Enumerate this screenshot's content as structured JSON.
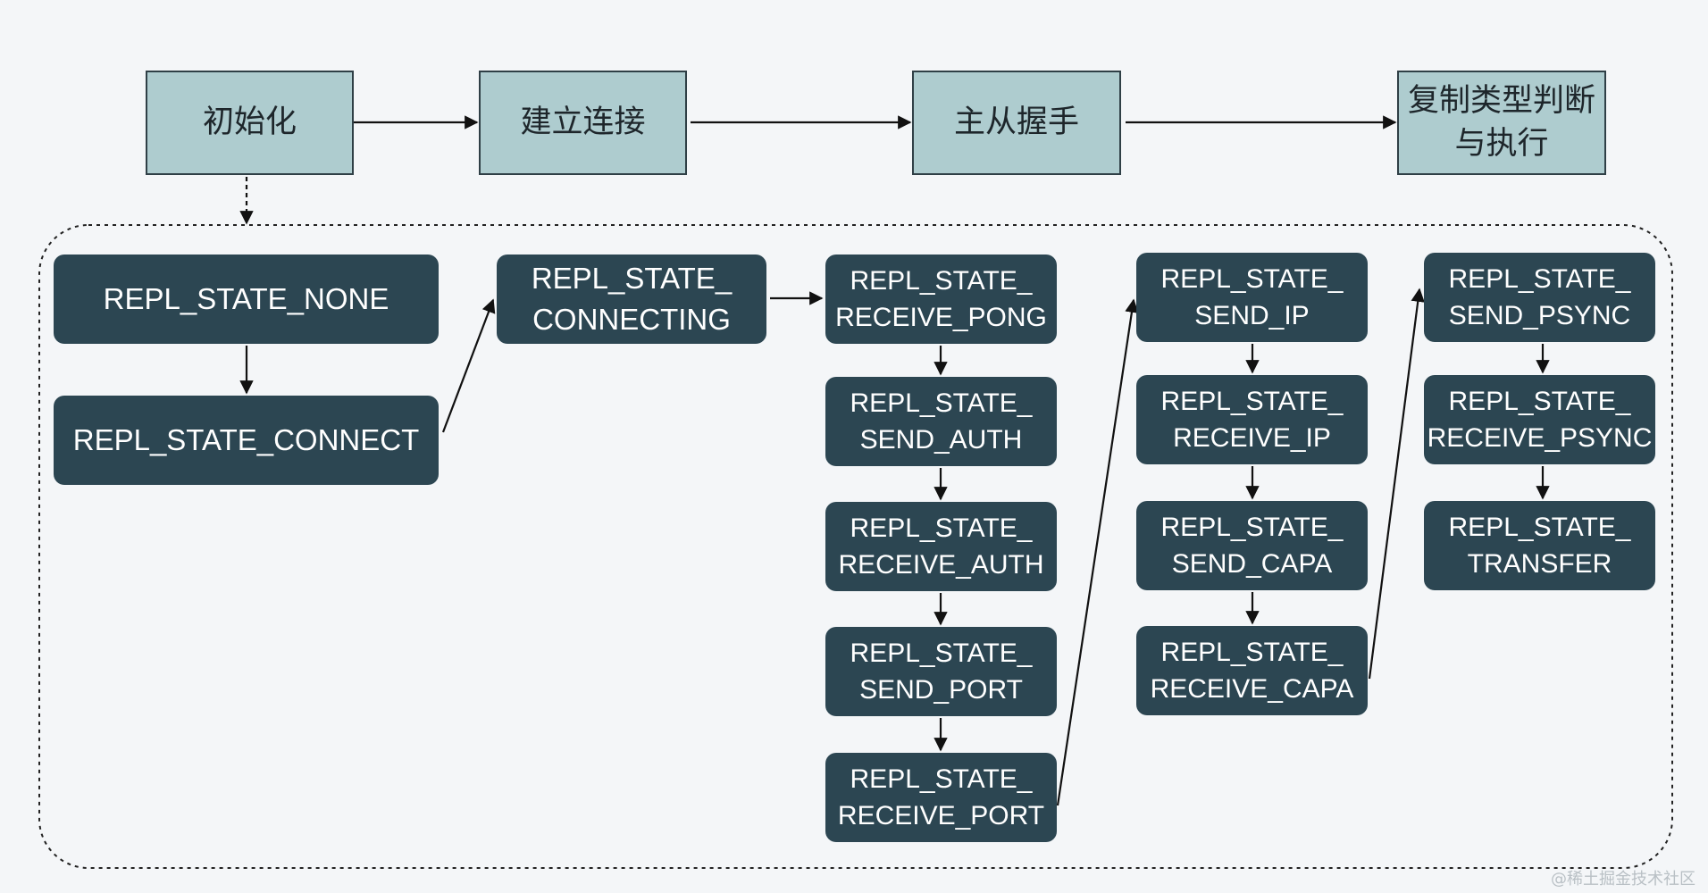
{
  "phases": {
    "init": "初始化",
    "connect": "建立连接",
    "handshake": "主从握手",
    "replicate_line1": "复制类型判断",
    "replicate_line2": "与执行"
  },
  "states": {
    "none": "REPL_STATE_NONE",
    "connect": "REPL_STATE_CONNECT",
    "connecting": {
      "l1": "REPL_STATE_",
      "l2": "CONNECTING"
    },
    "receive_pong": {
      "l1": "REPL_STATE_",
      "l2": "RECEIVE_PONG"
    },
    "send_auth": {
      "l1": "REPL_STATE_",
      "l2": "SEND_AUTH"
    },
    "receive_auth": {
      "l1": "REPL_STATE_",
      "l2": "RECEIVE_AUTH"
    },
    "send_port": {
      "l1": "REPL_STATE_",
      "l2": "SEND_PORT"
    },
    "receive_port": {
      "l1": "REPL_STATE_",
      "l2": "RECEIVE_PORT"
    },
    "send_ip": {
      "l1": "REPL_STATE_",
      "l2": "SEND_IP"
    },
    "receive_ip": {
      "l1": "REPL_STATE_",
      "l2": "RECEIVE_IP"
    },
    "send_capa": {
      "l1": "REPL_STATE_",
      "l2": "SEND_CAPA"
    },
    "receive_capa": {
      "l1": "REPL_STATE_",
      "l2": "RECEIVE_CAPA"
    },
    "send_psync": {
      "l1": "REPL_STATE_",
      "l2": "SEND_PSYNC"
    },
    "receive_psync": {
      "l1": "REPL_STATE_",
      "l2": "RECEIVE_PSYNC"
    },
    "transfer": {
      "l1": "REPL_STATE_",
      "l2": "TRANSFER"
    }
  },
  "watermark": "@稀土掘金技术社区",
  "colors": {
    "background": "#f4f6f8",
    "phase_fill": "#aecccf",
    "state_fill": "#2c4652",
    "line": "#111111"
  }
}
